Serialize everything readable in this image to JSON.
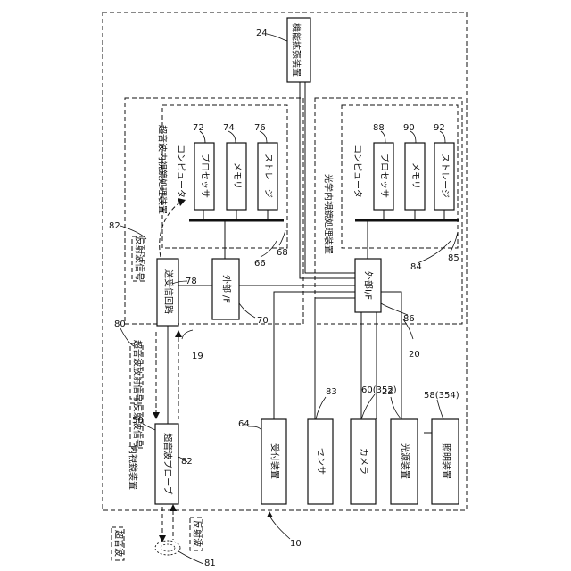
{
  "labels": {
    "endoscope_device": "内視鏡装置",
    "ultrasound_processor": "超音波内視鏡処理装置",
    "optical_processor": "光学内視鏡処理装置",
    "extension_device": "機能拡張装置",
    "us_computer": "コンピュータ",
    "us_processor": "プロセッサ",
    "us_memory": "メモリ",
    "us_storage": "ストレージ",
    "op_computer": "コンピュータ",
    "op_processor": "プロセッサ",
    "op_memory": "メモリ",
    "op_storage": "ストレージ",
    "transceiver": "送受信回路",
    "us_external_if": "外部I/F",
    "op_external_if": "外部I/F",
    "probe": "超音波プローブ",
    "reception_device": "受付装置",
    "sensor": "センサ",
    "camera": "カメラ",
    "light_source": "光源装置",
    "illumination": "照明装置",
    "reflected_signal_top": "反射波信号",
    "us_emission_signal": "超音波放射信号",
    "reflected_signal_mid": "反射波信号",
    "ultrasound_wave": "超音波",
    "reflected_wave": "反射波"
  },
  "refs": {
    "r10": "10",
    "r19": "19",
    "r20": "20",
    "r22": "22",
    "r24": "24",
    "r50": "50",
    "r58": "58(354)",
    "r60": "60(352)",
    "r64": "64",
    "r66": "66",
    "r68": "68",
    "r70": "70",
    "r72": "72",
    "r74": "74",
    "r76": "76",
    "r78": "78",
    "r80": "80",
    "r81": "81",
    "r82a": "82",
    "r82b": "82",
    "r83": "83",
    "r84": "84",
    "r85": "85",
    "r86": "86",
    "r88": "88",
    "r90": "90",
    "r92": "92"
  }
}
